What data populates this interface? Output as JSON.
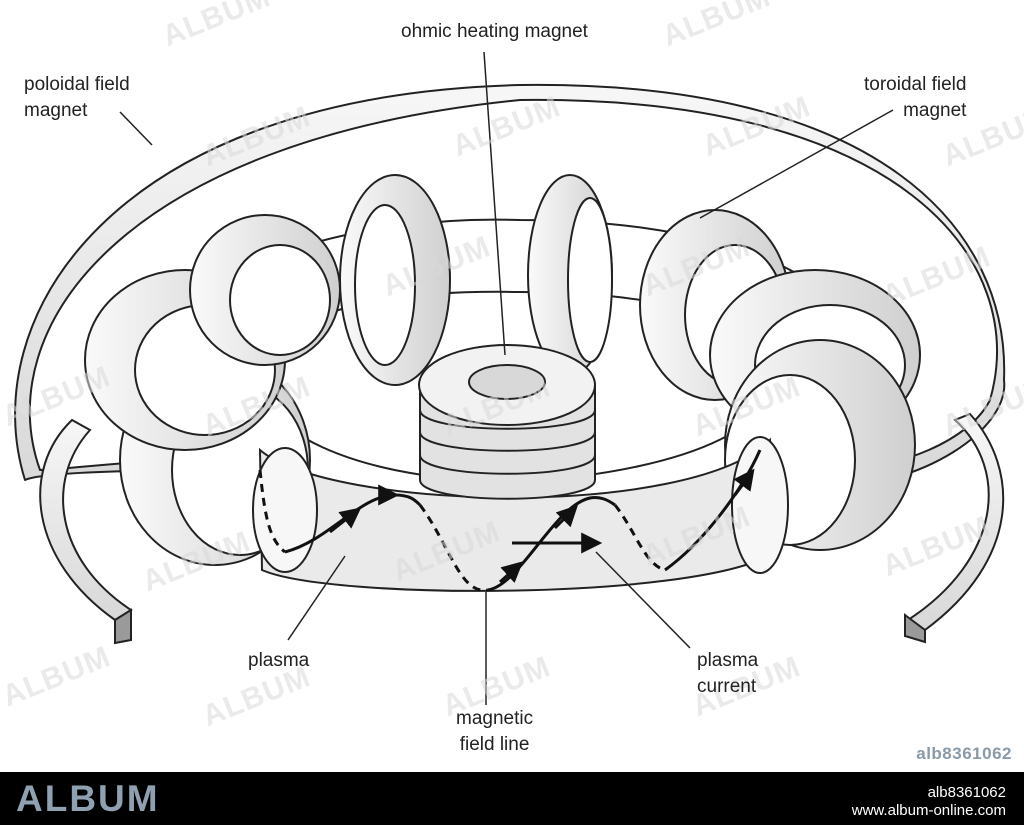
{
  "labels": {
    "ohmic": "ohmic heating magnet",
    "poloidal": "poloidal field\nmagnet",
    "toroidal": "toroidal field\nmagnet",
    "plasma": "plasma",
    "field_line": "magnetic\nfield line",
    "current": "plasma\ncurrent"
  },
  "watermark_text": "ALBUM",
  "image_id": "alb8361062",
  "footer": {
    "brand": "ALBUM",
    "ref": "alb8361062",
    "site": "www.album-online.com"
  },
  "colors": {
    "fill": "#ececec",
    "stroke": "#222222",
    "footer_bg": "#000000",
    "brand": "#8fa1b0"
  }
}
